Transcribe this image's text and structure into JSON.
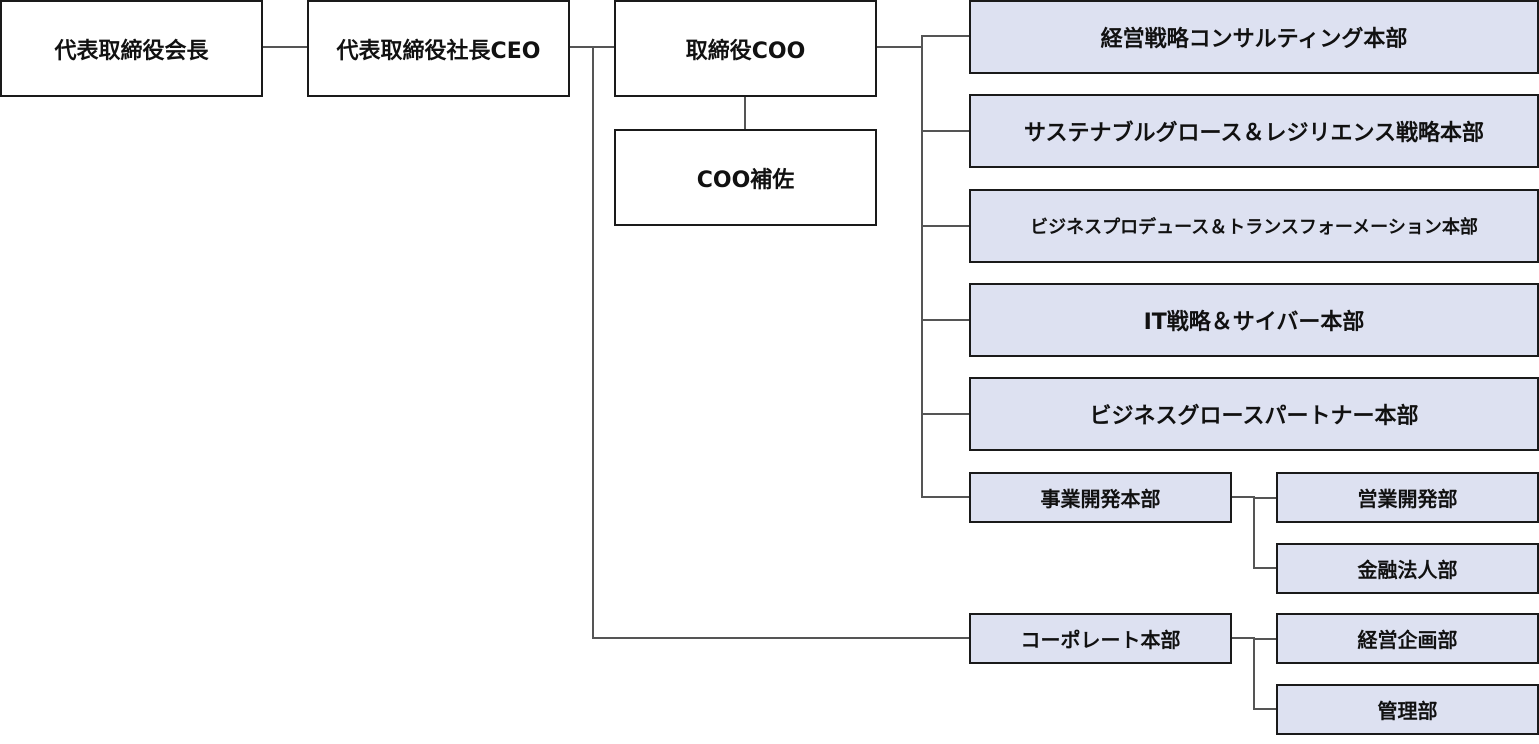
{
  "chart": {
    "chairman": "代表取締役会長",
    "ceo": "代表取締役社長CEO",
    "coo": "取締役COO",
    "coo_assistant": "COO補佐",
    "divisions": [
      "経営戦略コンサルティング本部",
      "サステナブルグロース＆レジリエンス戦略本部",
      "ビジネスプロデュース＆トランスフォーメーション本部",
      "IT戦略＆サイバー本部",
      "ビジネスグロースパートナー本部",
      "事業開発本部",
      "コーポレート本部"
    ],
    "business_dev_departments": [
      "営業開発部",
      "金融法人部"
    ],
    "corporate_departments": [
      "経営企画部",
      "管理部"
    ]
  },
  "colors": {
    "division_fill": "#dde1f1",
    "border": "#1a1a1a",
    "connector": "#555555"
  }
}
